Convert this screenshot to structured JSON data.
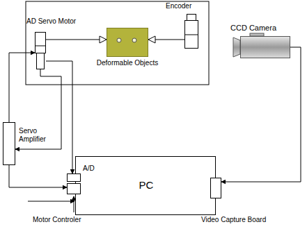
{
  "diagram": {
    "nodes": [
      {
        "text": [
          "AD Servo Motor"
        ]
      },
      {
        "text": [
          "Deformable Objects"
        ]
      },
      {
        "text": [
          "Encoder"
        ]
      },
      {
        "text": [
          "CCD Camera"
        ]
      },
      {
        "text": [
          "Servo Amplifier"
        ]
      },
      {
        "text": [
          "PC"
        ]
      },
      {
        "text": [
          "A/D"
        ]
      },
      {
        "text": [
          "Motor Controler"
        ]
      },
      {
        "text": [
          "Video Capture Board"
        ]
      }
    ],
    "edges": [
      {
        "from": 0,
        "to": 1,
        "arrow": "to"
      },
      {
        "from": 2,
        "to": 1,
        "arrow": "to"
      },
      {
        "from": 3,
        "to": 8,
        "arrow": "to"
      },
      {
        "from": 0,
        "to": 6,
        "arrow": "to"
      },
      {
        "from": 4,
        "to": 0,
        "arrow": "to"
      },
      {
        "from": 0,
        "to": 4,
        "arrow": "to"
      },
      {
        "from": 4,
        "to": 7,
        "arrow": "to"
      }
    ]
  }
}
